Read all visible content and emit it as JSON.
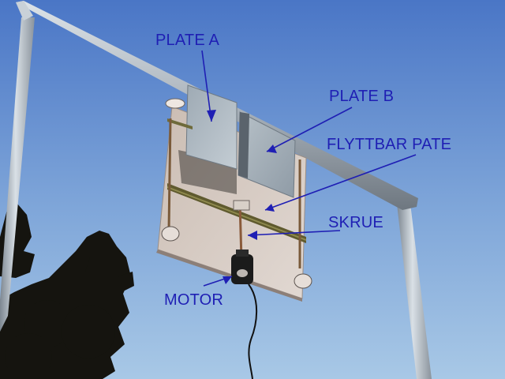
{
  "labels": {
    "plate_a": "PLATE A",
    "plate_b": "PLATE B",
    "flyttbar_pate": "FLYTTBAR PATE",
    "skrue": "SKRUE",
    "motor": "MOTOR"
  },
  "colors": {
    "sky_top": "#4d79c8",
    "sky_bottom": "#9fc1e2",
    "frame": "#a9b3bd",
    "plate": "#d2c8c2",
    "annotation": "#1f1fb4",
    "tree": "#14130f"
  }
}
